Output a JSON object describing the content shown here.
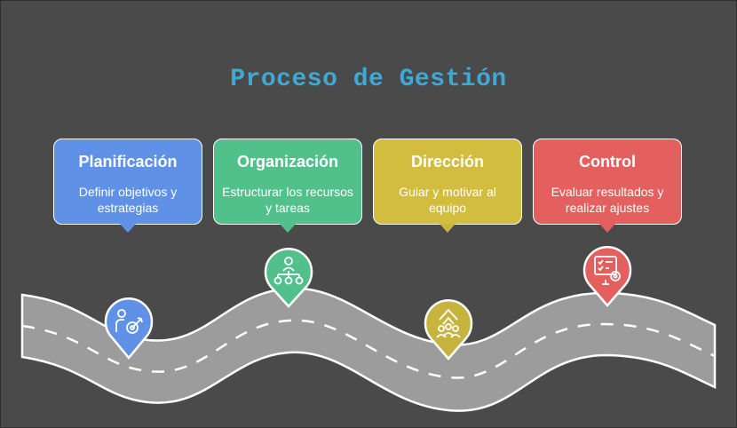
{
  "title": "Proceso de Gestión",
  "colors": {
    "background": "#4a4a4a",
    "title": "#3fa9d6",
    "road": "#9c9c9c",
    "road_edge": "#ffffff"
  },
  "stages": [
    {
      "heading": "Planificación",
      "description": "Definir objetivos y estrategias",
      "color": "#5f92e6",
      "icon": "target-person-icon"
    },
    {
      "heading": "Organización",
      "description": "Estructurar los recursos y tareas",
      "color": "#52c08a",
      "icon": "org-chart-icon"
    },
    {
      "heading": "Dirección",
      "description": "Guiar y motivar al equipo",
      "color": "#d3bd3f",
      "icon": "team-growth-icon"
    },
    {
      "heading": "Control",
      "description": "Evaluar resultados y realizar ajustes",
      "color": "#e3605e",
      "icon": "checklist-gear-icon"
    }
  ]
}
